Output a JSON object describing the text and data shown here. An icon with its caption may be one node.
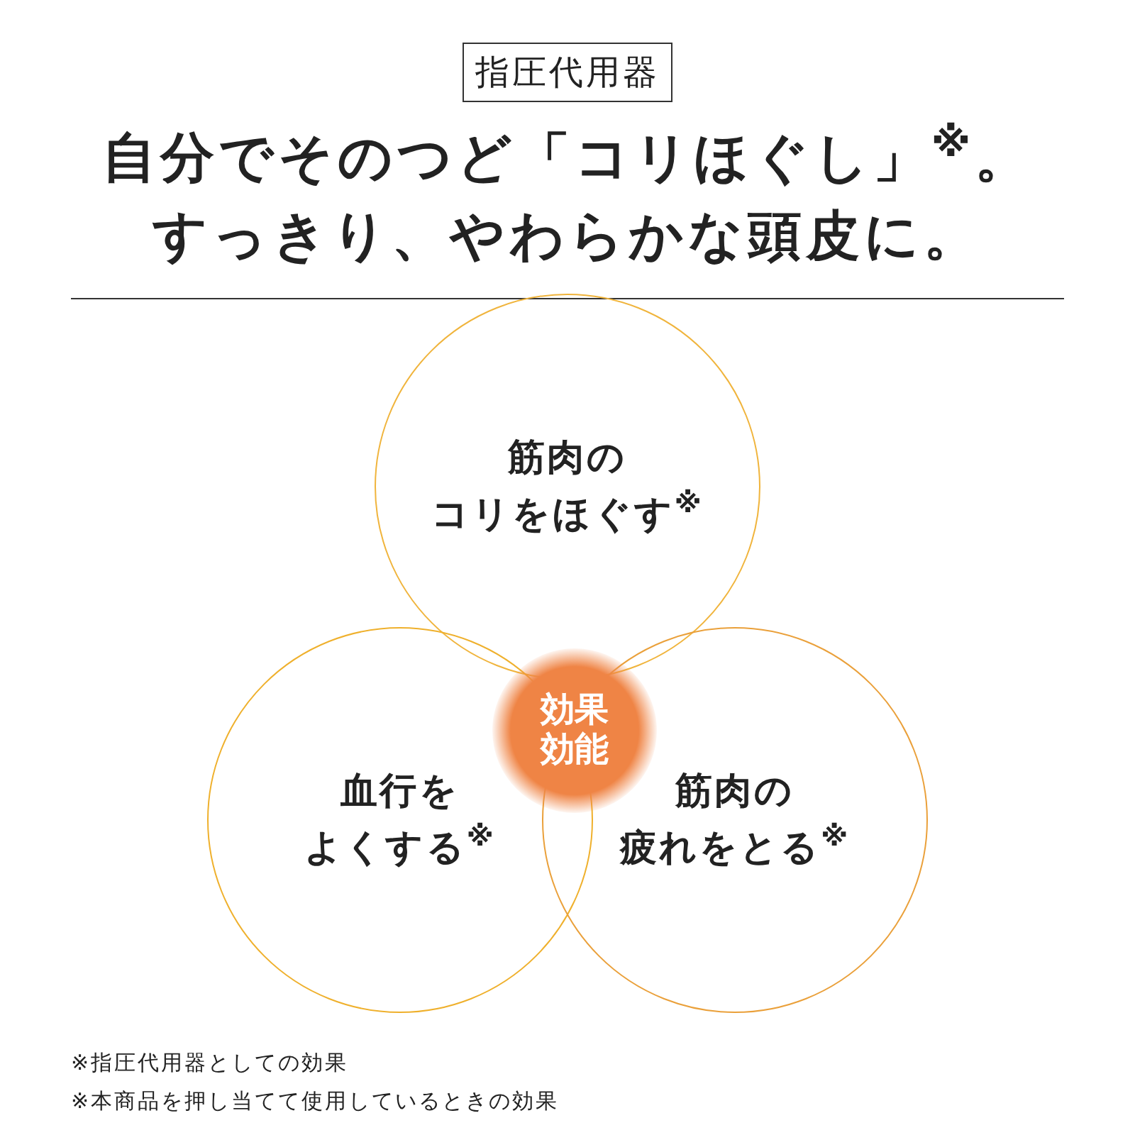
{
  "diagram": {
    "title": "自分でそのつど「コリほぐし」$^{※}$。すっきり、やわらかな頭皮に。",
    "nodes": [
      {
        "text": [
          "指圧代用器"
        ]
      },
      {
        "text": [
          "筋肉の",
          "コリをほぐす$^{※}$"
        ]
      },
      {
        "text": [
          "血行を",
          "よくする$^{※}$"
        ]
      },
      {
        "text": [
          "筋肉の",
          "疲れをとる$^{※}$"
        ]
      },
      {
        "text": [
          "効果効能"
        ]
      }
    ],
    "labels": [
      "※指圧代用器としての効果",
      "※本商品を押し当てて使用しているときの効果"
    ]
  }
}
